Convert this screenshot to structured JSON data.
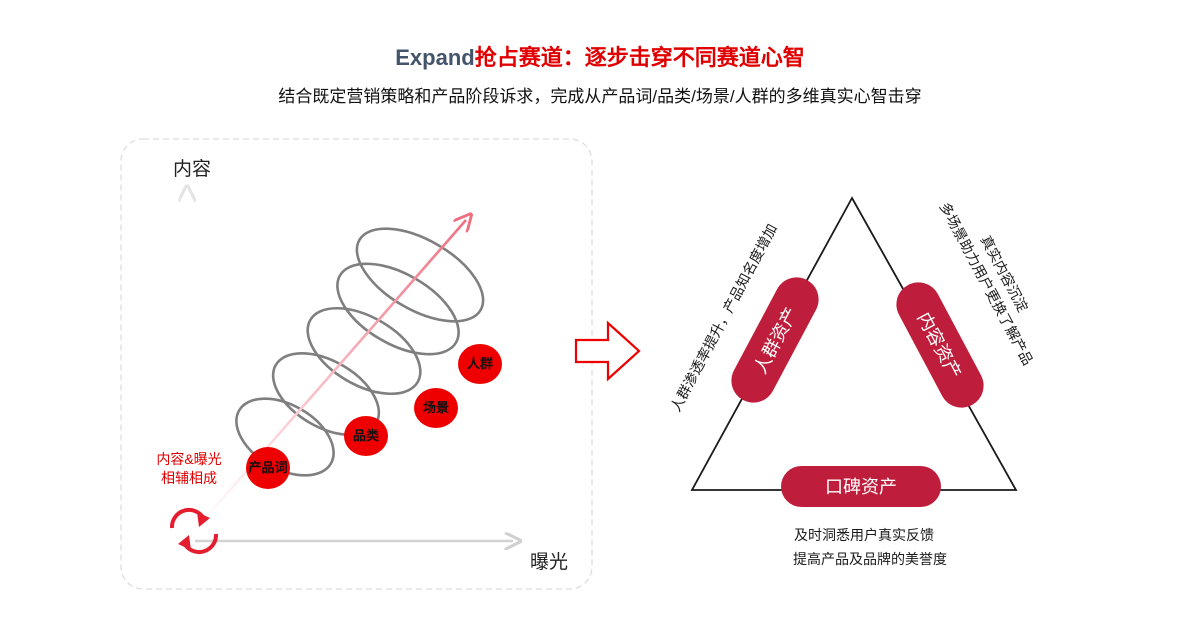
{
  "header": {
    "title_en": "Expand",
    "title_cn": "抢占赛道：逐步击穿不同赛道心智",
    "subtitle": "结合既定营销策略和产品阶段诉求，完成从产品词/品类/场景/人群的多维真实心智击穿"
  },
  "left_diagram": {
    "y_axis_label": "内容",
    "x_axis_label": "曝光",
    "synergy_label_line1": "内容&曝光",
    "synergy_label_line2": "相辅相成",
    "stages": [
      "产品词",
      "品类",
      "场景",
      "人群"
    ]
  },
  "right_diagram": {
    "pill_left": "人群资产",
    "pill_right": "内容资产",
    "pill_bottom": "口碑资产",
    "text_left": "人群渗透率提升，产品知名度增加",
    "text_right_line1": "真实内容沉淀",
    "text_right_line2": "多场景助力用户更换了解产品",
    "text_bottom_line1": "及时洞悉用户真实反馈",
    "text_bottom_line2": "提高产品及品牌的美誉度"
  },
  "colors": {
    "title_en": "#44546a",
    "title_cn": "#e00000",
    "pill": "#be1e3c",
    "stage_circle": "#ee0000",
    "arrow_pink": "#f08090"
  }
}
